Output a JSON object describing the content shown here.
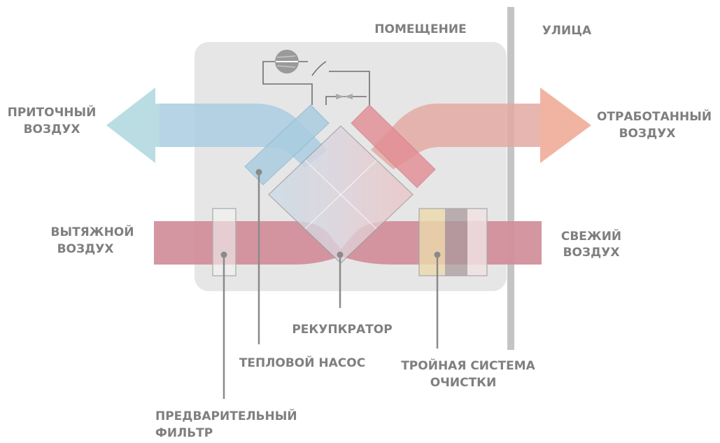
{
  "zones": {
    "room": "ПОМЕЩЕНИЕ",
    "street": "УЛИЦА"
  },
  "flows": {
    "supply": [
      "ПРИТОЧНЫЙ",
      "ВОЗДУХ"
    ],
    "exhaust": [
      "ВЫТЯЖНОЙ",
      "ВОЗДУХ"
    ],
    "waste": [
      "ОТРАБОТАННЫЙ",
      "ВОЗДУХ"
    ],
    "fresh": [
      "СВЕЖИЙ",
      "ВОЗДУХ"
    ]
  },
  "components": {
    "recuperator": "РЕКУПКРАТОР",
    "heat_pump": "ТЕПЛОВОЙ НАСОС",
    "purification": [
      "ТРОЙНАЯ СИСТЕМА",
      "ОЧИСТКИ"
    ],
    "prefilter": [
      "ПРЕДВАРИТЕЛЬНЫЙ",
      "ФИЛЬТР"
    ]
  },
  "colors": {
    "cold_air": "#a9cde0",
    "supply_arrow": "#b9dde3",
    "warm_air": "#e4a9a3",
    "waste_arrow": "#f2b4a2",
    "fresh_air": "#d38e98",
    "unit_box": "#e6e6e6",
    "wall": "#c4c4c4",
    "label": "#7f7f7f"
  }
}
